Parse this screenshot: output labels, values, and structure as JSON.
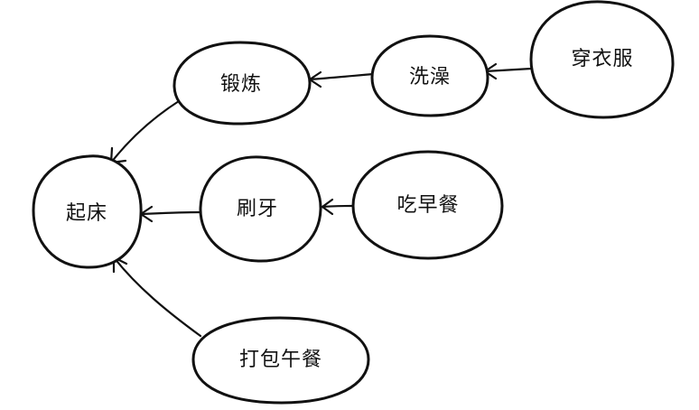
{
  "diagram": {
    "nodes": {
      "get_up": "起床",
      "exercise": "锻炼",
      "brush_teeth": "刷牙",
      "pack_lunch": "打包午餐",
      "shower": "洗澡",
      "get_dressed": "穿衣服",
      "eat_breakfast": "吃早餐"
    },
    "edges": [
      {
        "from": "exercise",
        "to": "get_up"
      },
      {
        "from": "brush_teeth",
        "to": "get_up"
      },
      {
        "from": "pack_lunch",
        "to": "get_up"
      },
      {
        "from": "shower",
        "to": "exercise"
      },
      {
        "from": "get_dressed",
        "to": "shower"
      },
      {
        "from": "eat_breakfast",
        "to": "brush_teeth"
      }
    ]
  }
}
